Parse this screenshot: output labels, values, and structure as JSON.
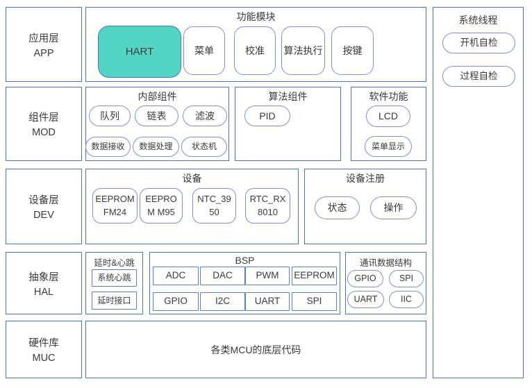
{
  "colors": {
    "outer_border": "#4472c4",
    "node_border": "#7d90d6",
    "rect_border": "#5b7dd1",
    "hart_fill": "#52d6c3",
    "text": "#3a3a3a"
  },
  "layers": {
    "app": {
      "name": "应用层",
      "code": "APP"
    },
    "mod": {
      "name": "组件层",
      "code": "MOD"
    },
    "dev": {
      "name": "设备层",
      "code": "DEV"
    },
    "hal": {
      "name": "抽象层",
      "code": "HAL"
    },
    "muc": {
      "name": "硬件库",
      "code": "MUC"
    }
  },
  "function_modules": {
    "title": "功能模块",
    "selected": "HART",
    "items": [
      "菜单",
      "校准",
      "算法执行",
      "按键"
    ]
  },
  "internal_components": {
    "title": "内部组件",
    "row1": [
      "队列",
      "链表",
      "滤波"
    ],
    "row2": [
      "数据接收",
      "数据处理",
      "状态机"
    ]
  },
  "algorithm_components": {
    "title": "算法组件",
    "items": [
      "PID"
    ]
  },
  "software_functions": {
    "title": "软件功能",
    "items": [
      "LCD",
      "菜单显示"
    ]
  },
  "devices": {
    "title": "设备",
    "items": [
      "EEPROM FM24",
      "EEPROM M95",
      "NTC_3950",
      "RTC_RX8010"
    ]
  },
  "device_registration": {
    "title": "设备注册",
    "items": [
      "状态",
      "操作"
    ]
  },
  "delay_heartbeat": {
    "title": "延时&心跳",
    "items": [
      "系统心跳",
      "延时接口"
    ]
  },
  "bsp": {
    "title": "BSP",
    "row1": [
      "ADC",
      "DAC",
      "PWM",
      "EEPROM"
    ],
    "row2": [
      "GPIO",
      "I2C",
      "UART",
      "SPI"
    ]
  },
  "comm_structures": {
    "title": "通讯数据结构",
    "row1": [
      "GPIO",
      "SPI"
    ],
    "row2": [
      "UART",
      "IIC"
    ]
  },
  "hardware_lib": {
    "text": "各类MCU的底层代码"
  },
  "system_threads": {
    "title": "系统线程",
    "items": [
      "开机自检",
      "过程自检"
    ]
  }
}
